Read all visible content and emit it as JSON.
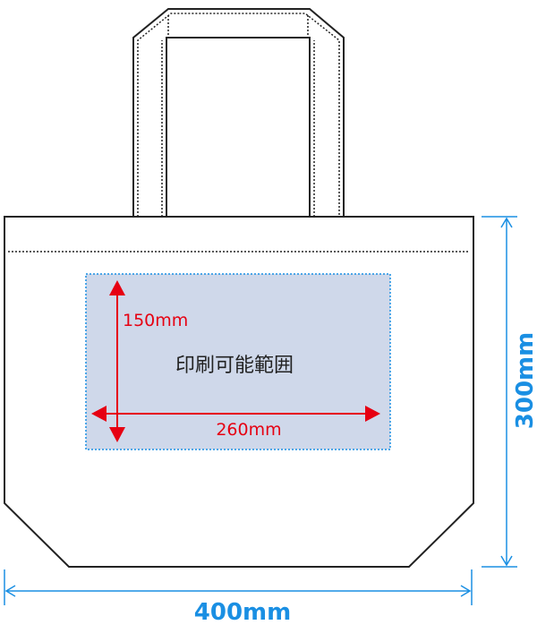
{
  "print_area": {
    "label": "印刷可能範囲",
    "height_label": "150mm",
    "width_label": "260mm"
  },
  "bag": {
    "height_label": "300mm",
    "width_label": "400mm"
  },
  "colors": {
    "outline": "#222222",
    "print_fill": "#cfd8ea",
    "print_border": "#1a8fe3",
    "red_arrow": "#e60012",
    "blue_dim": "#1a8fe3"
  }
}
